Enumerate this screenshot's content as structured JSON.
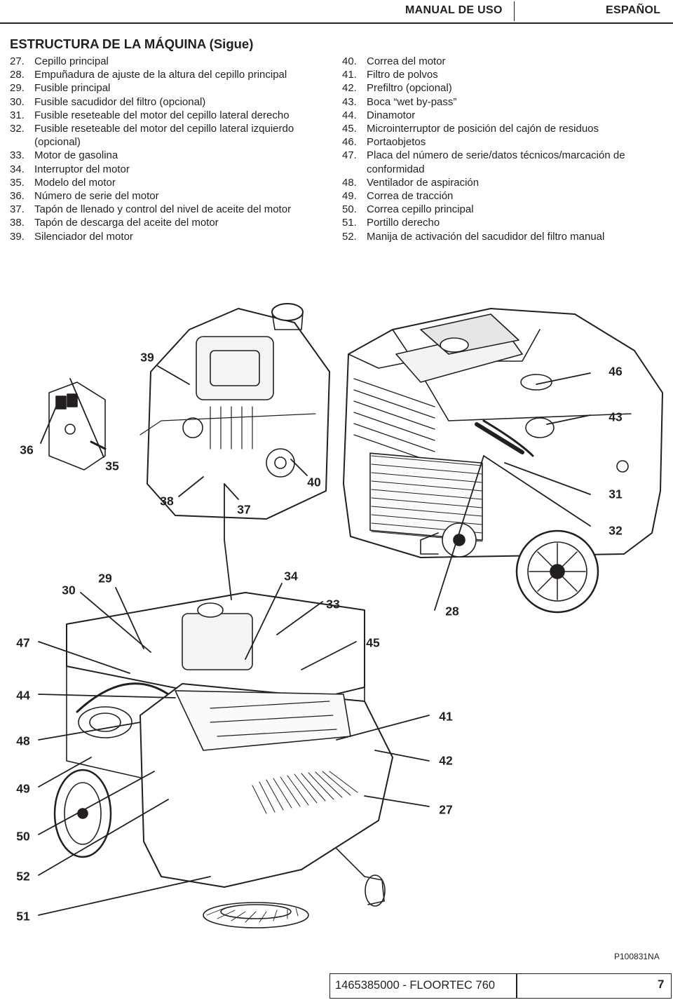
{
  "header": {
    "manual": "MANUAL DE USO",
    "language": "ESPAÑOL"
  },
  "section_title": "ESTRUCTURA DE LA MÁQUINA (Sigue)",
  "left_items": [
    {
      "num": "27.",
      "text": "Cepillo principal"
    },
    {
      "num": "28.",
      "text": "Empuñadura de ajuste de la altura del cepillo principal"
    },
    {
      "num": "29.",
      "text": "Fusible principal"
    },
    {
      "num": "30.",
      "text": "Fusible sacudidor del filtro (opcional)"
    },
    {
      "num": "31.",
      "text": "Fusible reseteable del motor del cepillo lateral derecho"
    },
    {
      "num": "32.",
      "text": "Fusible reseteable del motor del cepillo lateral izquierdo (opcional)"
    },
    {
      "num": "33.",
      "text": "Motor de gasolina"
    },
    {
      "num": "34.",
      "text": "Interruptor del motor"
    },
    {
      "num": "35.",
      "text": "Modelo del motor"
    },
    {
      "num": "36.",
      "text": "Número de serie del motor"
    },
    {
      "num": "37.",
      "text": "Tapón de llenado y control del nivel de aceite del motor"
    },
    {
      "num": "38.",
      "text": "Tapón de descarga del aceite del motor"
    },
    {
      "num": "39.",
      "text": "Silenciador del motor"
    }
  ],
  "right_items": [
    {
      "num": "40.",
      "text": "Correa del motor"
    },
    {
      "num": "41.",
      "text": "Filtro de polvos"
    },
    {
      "num": "42.",
      "text": "Prefiltro (opcional)"
    },
    {
      "num": "43.",
      "text": "Boca “wet by-pass”"
    },
    {
      "num": "44.",
      "text": "Dinamotor"
    },
    {
      "num": "45.",
      "text": "Microinterruptor de posición del cajón de residuos"
    },
    {
      "num": "46.",
      "text": "Portaobjetos"
    },
    {
      "num": "47.",
      "text": "Placa del número de serie/datos técnicos/marcación de conformidad"
    },
    {
      "num": "48.",
      "text": "Ventilador de aspiración"
    },
    {
      "num": "49.",
      "text": "Correa de tracción"
    },
    {
      "num": "50.",
      "text": "Correa cepillo principal"
    },
    {
      "num": "51.",
      "text": "Portillo derecho"
    },
    {
      "num": "52.",
      "text": "Manija de activación del sacudidor del filtro manual"
    }
  ],
  "callouts": [
    "39",
    "46",
    "43",
    "36",
    "35",
    "40",
    "38",
    "37",
    "31",
    "32",
    "30",
    "29",
    "34",
    "33",
    "28",
    "47",
    "45",
    "44",
    "48",
    "41",
    "42",
    "49",
    "27",
    "50",
    "52",
    "51"
  ],
  "figure_ref": "P100831NA",
  "footer": {
    "model": "1465385000 - FLOORTEC 760",
    "page": "7"
  }
}
